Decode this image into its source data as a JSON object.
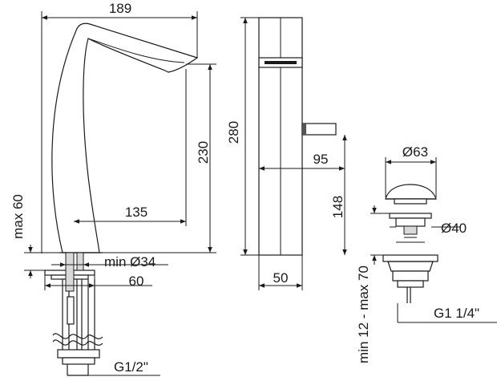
{
  "drawing": {
    "labels": {
      "spout_width": "189",
      "body_height": "230",
      "max_height": "280",
      "reach": "135",
      "deck_max": "max 60",
      "hole_min": "min Ø34",
      "base_diameter": "60",
      "thread_inlet": "G1/2\"",
      "lever_reach": "95",
      "body_depth": "50",
      "lever_height": "148",
      "waste_cap": "Ø63",
      "waste_body": "Ø40",
      "waste_range": "min 12 - max 70",
      "waste_thread": "G1 1/4\""
    }
  }
}
